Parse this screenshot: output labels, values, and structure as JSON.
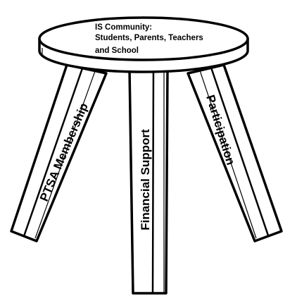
{
  "seat": {
    "line1": "IS Community:",
    "line2": "Students, Parents, Teachers",
    "line3": "and School"
  },
  "legs": {
    "left": "PTSA Membership",
    "center": "Financial Support",
    "right": "Participation"
  }
}
